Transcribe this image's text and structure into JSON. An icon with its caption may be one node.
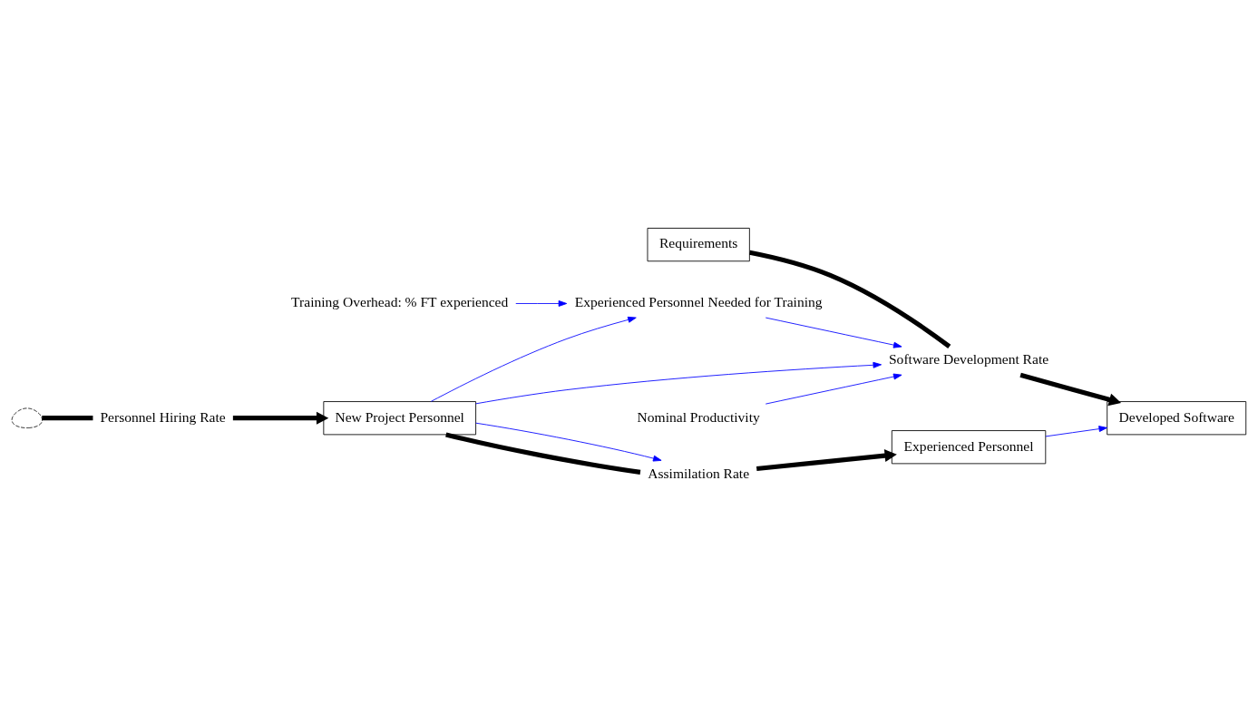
{
  "diagram": {
    "nodes": [
      {
        "text": [
          "Requirements"
        ]
      },
      {
        "text": [
          "Developed Software"
        ]
      },
      {
        "text": [
          "Software Development Rate"
        ]
      },
      {
        "text": [
          "Nominal Productivity"
        ]
      },
      {
        "text": [
          "Experienced Personnel Needed for Training"
        ]
      },
      {
        "text": [
          "Training Overhead: % FT experienced"
        ]
      },
      {
        "text": [],
        "shape": "cloud"
      },
      {
        "text": [
          "Personnel Hiring Rate"
        ]
      },
      {
        "text": [
          "New Project Personnel"
        ]
      },
      {
        "text": [
          "Assimilation Rate"
        ]
      },
      {
        "text": [
          "Experienced Personnel"
        ]
      }
    ],
    "edges": [
      {
        "from": 0,
        "to": 2,
        "arrow": "none",
        "style": "thick",
        "color": "#000000"
      },
      {
        "from": 2,
        "to": 1,
        "arrow": "to",
        "style": "thick",
        "color": "#000000"
      },
      {
        "from": 3,
        "to": 2,
        "arrow": "to"
      },
      {
        "from": 4,
        "to": 2,
        "arrow": "to"
      },
      {
        "from": 5,
        "to": 4,
        "arrow": "to"
      },
      {
        "from": 8,
        "to": 4,
        "arrow": "to"
      },
      {
        "from": 8,
        "to": 2,
        "arrow": "to"
      },
      {
        "from": 10,
        "to": 1,
        "arrow": "to"
      },
      {
        "from": 6,
        "to": 7,
        "arrow": "none",
        "style": "thick",
        "color": "#000000"
      },
      {
        "from": 7,
        "to": 8,
        "arrow": "to",
        "style": "thick",
        "color": "#000000"
      },
      {
        "from": 8,
        "to": 9,
        "arrow": "none",
        "style": "thick",
        "color": "#000000"
      },
      {
        "from": 9,
        "to": 10,
        "arrow": "to",
        "style": "thick",
        "color": "#000000"
      },
      {
        "from": 8,
        "to": 9,
        "arrow": "to"
      }
    ]
  }
}
